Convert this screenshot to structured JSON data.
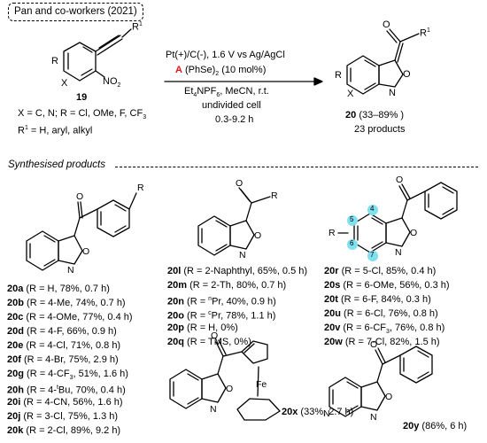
{
  "header": {
    "title": "Pan and co-workers (2021)",
    "start_compound": "19",
    "conditions": {
      "electrodes": "Pt(+)/C(-), 1.6 V vs Ag/AgCl",
      "catalyst_letter": "A",
      "catalyst": "(PhSe)",
      "catalyst_sub": "2",
      "catalyst_loading": "(10 mol%)",
      "electrolyte": "Et",
      "electrolyte_sub": "4",
      "electrolyte_rest": "NPF",
      "electrolyte_sub2": "6",
      "solvent_temp": ", MeCN, r.t.",
      "cell": "undivided cell",
      "time": "0.3-9.2 h"
    },
    "scope_line1": "X = C, N; R = Cl, OMe, F, CF",
    "scope_line1_sub": "3",
    "scope_line2_R": "R",
    "scope_line2_sup": "1",
    "scope_line2_rest": " = H, aryl, alkyl",
    "product_number": "20",
    "product_yield": "(33–89% )",
    "product_count": "23 products",
    "atoms": {
      "R1": "R",
      "R1_sup": "1",
      "R": "R",
      "X": "X",
      "NO2": "NO",
      "NO2_sub": "2",
      "O": "O",
      "N": "N"
    }
  },
  "section_title": "Synthesised products",
  "compounds_a": [
    {
      "id": "20a",
      "text": " (R = H, 78%, 0.7 h)"
    },
    {
      "id": "20b",
      "text": " (R = 4-Me, 74%, 0.7 h)"
    },
    {
      "id": "20c",
      "text": " (R = 4-OMe, 77%, 0.4 h)"
    },
    {
      "id": "20d",
      "text": " (R = 4-F, 66%, 0.9 h)"
    },
    {
      "id": "20e",
      "text": " (R = 4-Cl, 71%, 0.8 h)"
    },
    {
      "id": "20f",
      "text": " (R = 4-Br, 75%, 2.9 h)"
    },
    {
      "id": "20g",
      "text": " (R = 4-CF",
      "sub": "3",
      "tail": ", 51%, 1.6 h)"
    },
    {
      "id": "20h",
      "text": " (R = 4-",
      "sup": "t",
      "tail": "Bu, 70%, 0.4 h)"
    },
    {
      "id": "20i",
      "text": " (R = 4-CN, 56%, 1.6 h)"
    },
    {
      "id": "20j",
      "text": " (R = 3-Cl, 75%, 1.3 h)"
    },
    {
      "id": "20k",
      "text": " (R = 2-Cl, 89%, 9.2 h)"
    }
  ],
  "compounds_l": [
    {
      "id": "20l",
      "text": " (R = 2-Naphthyl, 65%, 0.5 h)"
    },
    {
      "id": "20m",
      "text": " (R = 2-Th, 80%, 0.7 h)"
    },
    {
      "id": "20n",
      "text": " (R = ",
      "sup": "n",
      "tail": "Pr, 40%, 0.9 h)"
    },
    {
      "id": "20o",
      "text": " (R = ",
      "sup": "c",
      "tail": "Pr, 78%, 1.1 h)"
    },
    {
      "id": "20p",
      "text": " (R = H, 0%)"
    },
    {
      "id": "20q",
      "text": " (R = TMS, 0%)"
    }
  ],
  "compounds_r": [
    {
      "id": "20r",
      "text": " (R = 5-Cl, 85%, 0.4 h)"
    },
    {
      "id": "20s",
      "text": " (R = 6-OMe, 56%, 0.3 h)"
    },
    {
      "id": "20t",
      "text": " (R = 6-F, 84%, 0.3 h)"
    },
    {
      "id": "20u",
      "text": " (R = 6-Cl, 76%, 0.8 h)"
    },
    {
      "id": "20v",
      "text": " (R = 6-CF",
      "sub": "3",
      "tail": ", 76%, 0.8 h)"
    },
    {
      "id": "20w",
      "text": " (R = 7-Cl, 82%, 1.5 h)"
    }
  ],
  "compound_x": {
    "id": "20x",
    "text": " (33%, 2.7 h)",
    "Fe": "Fe"
  },
  "compound_y": {
    "id": "20y",
    "text": " (86%, 6 h)"
  },
  "position_labels": [
    "4",
    "5",
    "6",
    "7"
  ],
  "colors": {
    "accent_red": "#e3141b",
    "position_highlight": "#7fe0ef"
  }
}
